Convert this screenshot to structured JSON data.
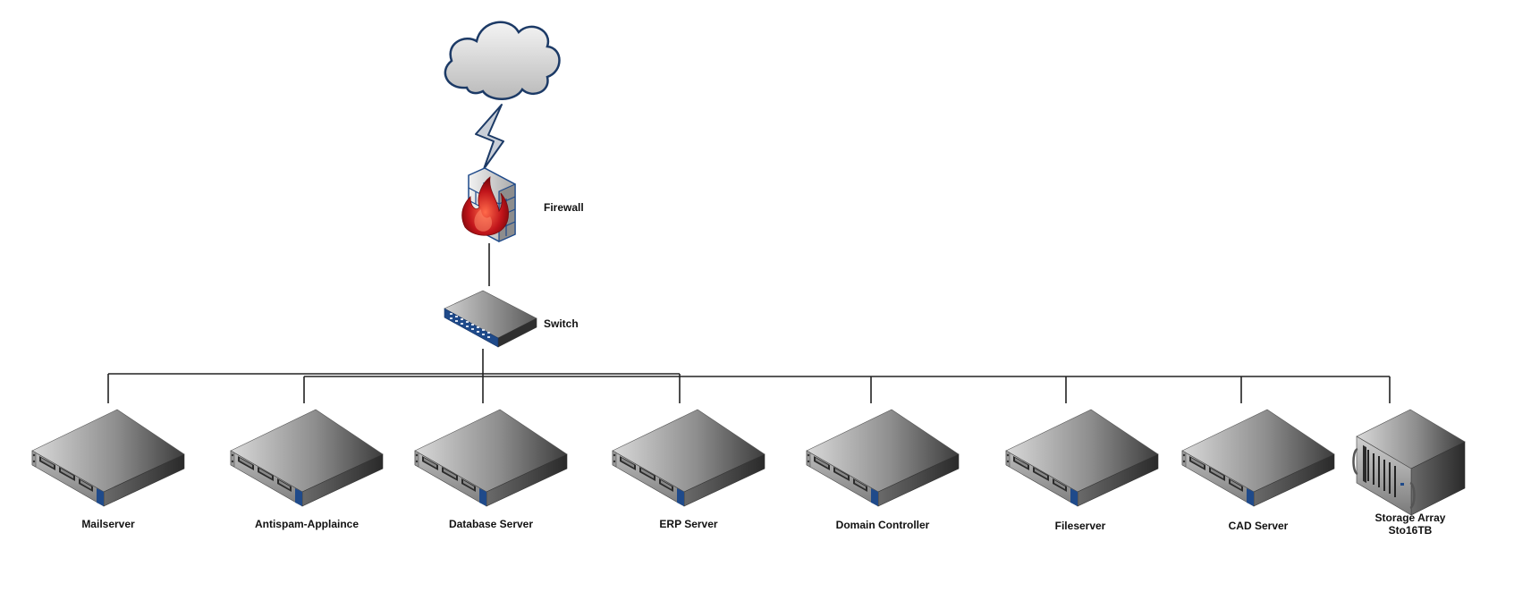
{
  "diagram": {
    "internet": {
      "icon": "cloud-icon"
    },
    "link": {
      "icon": "lightning-bolt-icon"
    },
    "firewall": {
      "label": "Firewall",
      "icon": "firewall-icon"
    },
    "switch": {
      "label": "Switch",
      "icon": "network-switch-icon"
    },
    "servers": [
      {
        "label": "Mailserver",
        "icon": "rack-server-icon"
      },
      {
        "label": "Antispam-Applaince",
        "icon": "rack-server-icon"
      },
      {
        "label": "Database Server",
        "icon": "rack-server-icon"
      },
      {
        "label": "ERP Server",
        "icon": "rack-server-icon"
      },
      {
        "label": "Domain Controller",
        "icon": "rack-server-icon"
      },
      {
        "label": "Fileserver",
        "icon": "rack-server-icon"
      },
      {
        "label": "CAD Server",
        "icon": "rack-server-icon"
      }
    ],
    "storage": {
      "label_line1": "Storage Array",
      "label_line2": "Sto16TB",
      "icon": "storage-array-icon"
    },
    "colors": {
      "line": "#222222",
      "device_blue": "#1f4a8a",
      "flame_red": "#c0141a",
      "cloud_outline": "#1c3a66"
    }
  }
}
